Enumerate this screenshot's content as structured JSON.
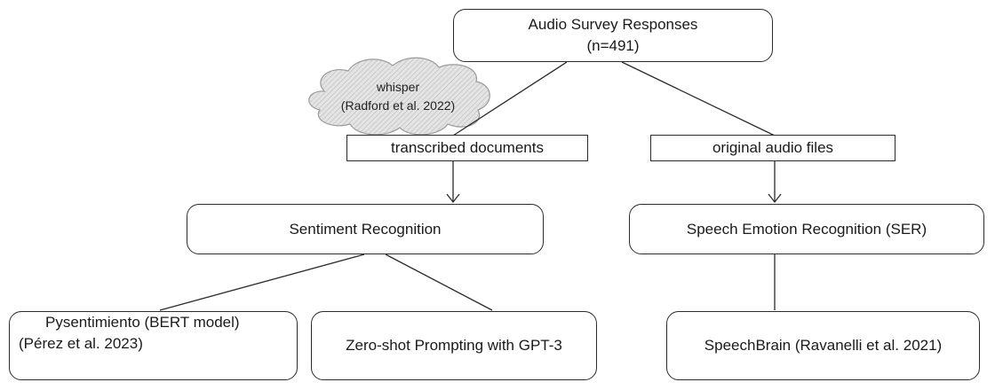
{
  "nodes": {
    "audio_survey": {
      "line1": "Audio Survey Responses",
      "line2": "(n=491)"
    },
    "transcribed": {
      "label": "transcribed documents"
    },
    "original_audio": {
      "label": "original audio files"
    },
    "sentiment": {
      "label": "Sentiment Recognition"
    },
    "ser": {
      "label": "Speech Emotion Recognition (SER)"
    },
    "pysentimiento": {
      "line1": "Pysentimiento (BERT model)",
      "line2": "(Pérez et al. 2023)"
    },
    "zero_shot": {
      "label": "Zero-shot Prompting with GPT-3"
    },
    "speechbrain": {
      "label": "SpeechBrain (Ravanelli et al. 2021)"
    }
  },
  "cloud": {
    "line1": "whisper",
    "line2": "(Radford et al. 2022)"
  },
  "colors": {
    "stroke": "#2b2b2b",
    "cloud_fill": "#d9d9d9"
  }
}
